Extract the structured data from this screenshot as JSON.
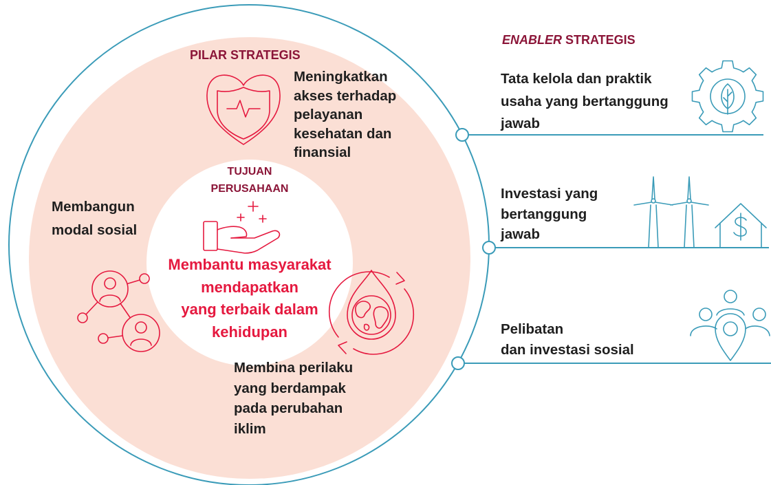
{
  "colors": {
    "ring": "#3a9bb8",
    "red": "#e5193f",
    "heading": "#8b1538",
    "text": "#1f1f1f",
    "pillar": "#fbdfd5"
  },
  "pillars": {
    "heading": "PILAR STRATEGIS",
    "health": {
      "icon": "heart-shield-icon",
      "lines": [
        "Meningkatkan",
        "akses terhadap",
        "pelayanan",
        "kesehatan dan",
        "finansial"
      ]
    },
    "social_capital": {
      "icon": "people-network-icon",
      "lines": [
        "Membangun",
        "modal sosial"
      ]
    },
    "climate": {
      "icon": "globe-cycle-icon",
      "lines": [
        "Membina perilaku",
        "yang berdampak",
        "pada perubahan",
        "iklim"
      ]
    }
  },
  "purpose": {
    "icon": "hand-giving-icon",
    "heading_lines": [
      "TUJUAN",
      "PERUSAHAAN"
    ],
    "statement_lines": [
      "Membantu masyarakat",
      "mendapatkan",
      "yang terbaik dalam",
      "kehidupan"
    ]
  },
  "enablers": {
    "heading_emphasis": "ENABLER",
    "heading_rest": "STRATEGIS",
    "items": [
      {
        "icon": "gear-leaf-icon",
        "lines": [
          "Tata kelola dan praktik",
          "usaha yang bertanggung",
          "jawab"
        ]
      },
      {
        "icon": "wind-turbine-house-icon",
        "lines": [
          "Investasi yang",
          "bertanggung",
          "jawab"
        ]
      },
      {
        "icon": "community-location-icon",
        "lines": [
          "Pelibatan",
          "dan investasi sosial"
        ]
      }
    ]
  }
}
